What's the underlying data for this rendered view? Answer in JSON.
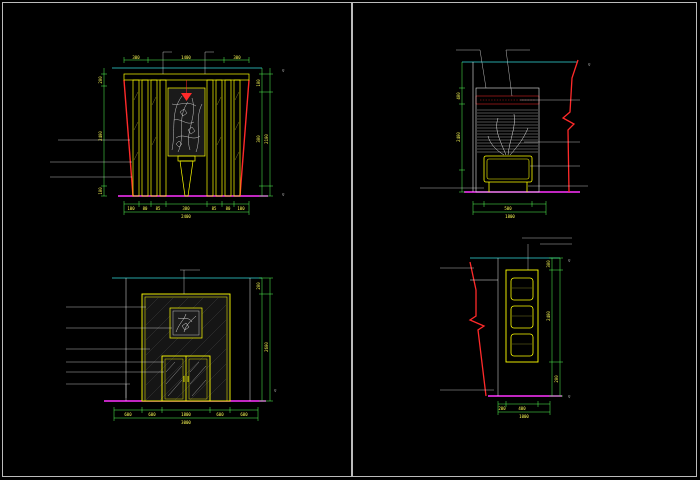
{
  "colors": {
    "background": "#000000",
    "frame": "#bbbbbb",
    "wall_red": "#ff2a2a",
    "elevation_yellow": "#ffff00",
    "dimension_green": "#55ff55",
    "leader_white": "#e8e8e8",
    "cyan": "#33dddd",
    "floor_magenta": "#ff33ff"
  },
  "dimensions": {
    "A": {
      "top": [
        "300",
        "1400",
        "300"
      ],
      "bottom": [
        "100",
        "80",
        "85",
        "380",
        "85",
        "80",
        "100"
      ],
      "total": "2400",
      "left": [
        "200",
        "2400",
        "100"
      ],
      "right": [
        "100",
        "300",
        "2100"
      ]
    },
    "B": {
      "bottom": [
        "500"
      ],
      "total": "1800",
      "left": [
        "400",
        "2400"
      ]
    },
    "C": {
      "bottom": [
        "600",
        "600",
        "1800",
        "600",
        "600"
      ],
      "total": "3000",
      "right": [
        "200",
        "2600"
      ]
    },
    "D": {
      "bottom": [
        "200",
        "400"
      ],
      "total": "1000",
      "right": [
        "300",
        "2400",
        "200"
      ]
    }
  }
}
